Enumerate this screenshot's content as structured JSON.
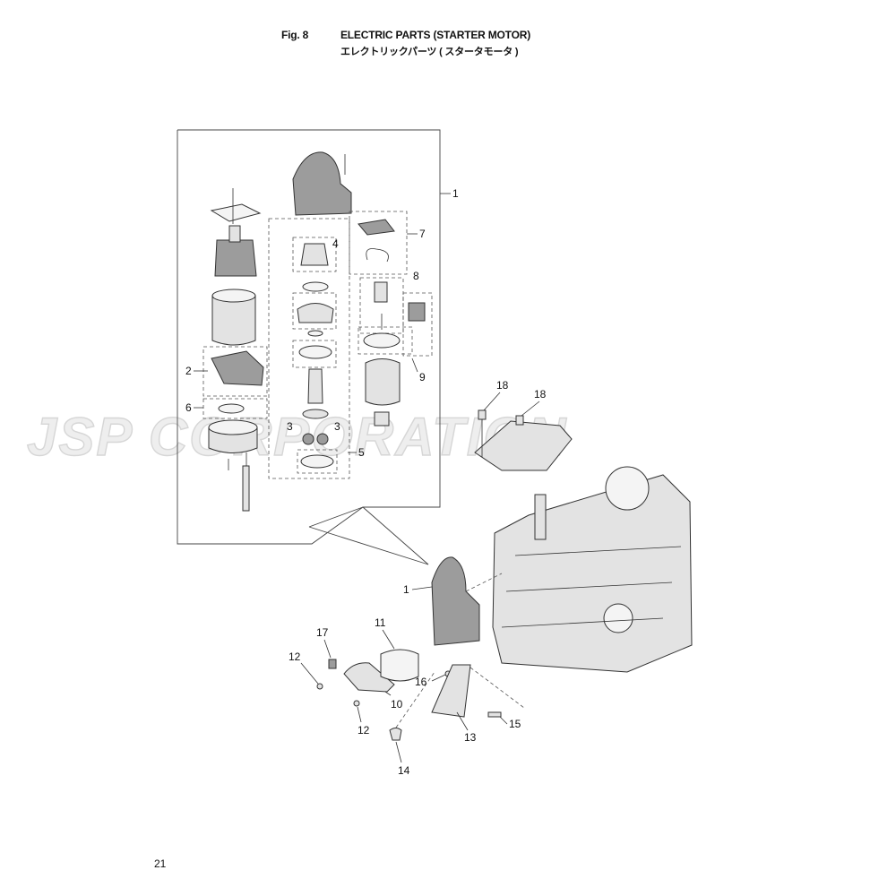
{
  "header": {
    "fig": "Fig. 8",
    "title_en": "ELECTRIC PARTS (STARTER MOTOR)",
    "title_jp": "エレクトリックパーツ ( スタータモータ )"
  },
  "watermark": "JSP CORPORATION",
  "page_number": "21",
  "callouts": [
    "1",
    "2",
    "3",
    "3",
    "4",
    "5",
    "6",
    "7",
    "8",
    "9",
    "18",
    "18",
    "1",
    "11",
    "17",
    "12",
    "16",
    "10",
    "12",
    "13",
    "15",
    "14"
  ],
  "colors": {
    "line": "#333333",
    "part_fill": "#e3e3e3",
    "watermark": "#d6d6d6"
  }
}
